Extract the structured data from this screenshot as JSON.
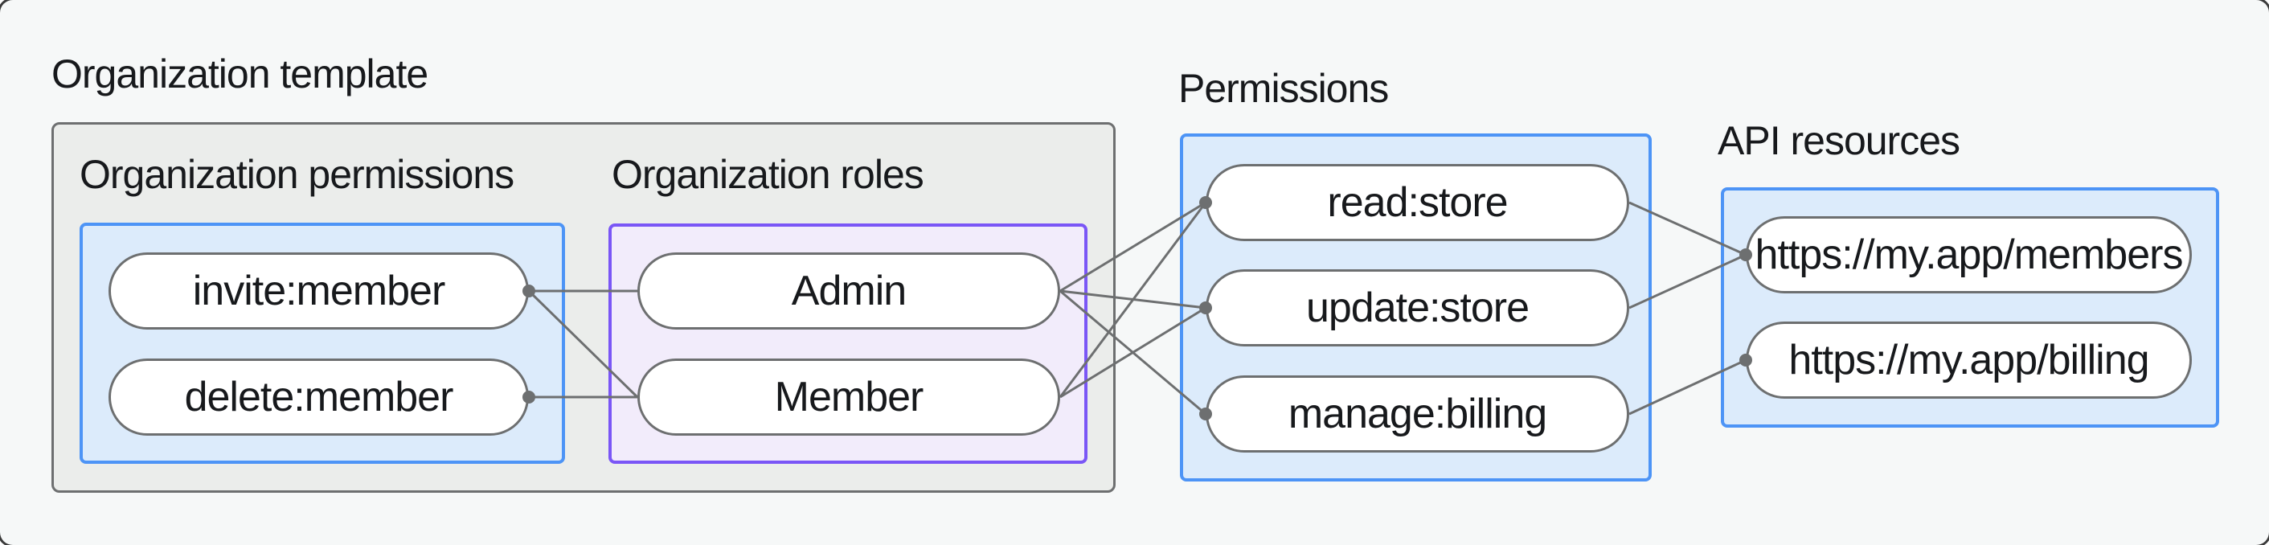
{
  "diagram": {
    "sections": {
      "org_template": {
        "label": "Organization template"
      },
      "org_permissions": {
        "label": "Organization permissions",
        "pills": [
          {
            "id": "invite_member",
            "label": "invite:member"
          },
          {
            "id": "delete_member",
            "label": "delete:member"
          }
        ]
      },
      "org_roles": {
        "label": "Organization roles",
        "pills": [
          {
            "id": "admin",
            "label": "Admin"
          },
          {
            "id": "member",
            "label": "Member"
          }
        ]
      },
      "permissions": {
        "label": "Permissions",
        "pills": [
          {
            "id": "read_store",
            "label": "read:store"
          },
          {
            "id": "update_store",
            "label": "update:store"
          },
          {
            "id": "manage_billing",
            "label": "manage:billing"
          }
        ]
      },
      "api_resources": {
        "label": "API resources",
        "pills": [
          {
            "id": "members_url",
            "label": "https://my.app/members"
          },
          {
            "id": "billing_url",
            "label": "https://my.app/billing"
          }
        ]
      }
    },
    "edges": [
      {
        "from": "invite_member",
        "to": "admin"
      },
      {
        "from": "invite_member",
        "to": "member"
      },
      {
        "from": "delete_member",
        "to": "member"
      },
      {
        "from": "admin",
        "to": "read_store"
      },
      {
        "from": "admin",
        "to": "update_store"
      },
      {
        "from": "admin",
        "to": "manage_billing"
      },
      {
        "from": "member",
        "to": "read_store"
      },
      {
        "from": "member",
        "to": "update_store"
      },
      {
        "from": "read_store",
        "to": "members_url"
      },
      {
        "from": "update_store",
        "to": "members_url"
      },
      {
        "from": "manage_billing",
        "to": "billing_url"
      }
    ],
    "dots": [
      {
        "node": "invite_member",
        "side": "right"
      },
      {
        "node": "delete_member",
        "side": "right"
      },
      {
        "node": "read_store",
        "side": "left"
      },
      {
        "node": "update_store",
        "side": "left"
      },
      {
        "node": "manage_billing",
        "side": "left"
      },
      {
        "node": "members_url",
        "side": "left"
      },
      {
        "node": "billing_url",
        "side": "left"
      }
    ],
    "colors": {
      "background": "#f6f8f8",
      "container_fill": "#ebedeb",
      "container_border": "#6d6f70",
      "blue_fill": "#dcebfb",
      "blue_border": "#4d94f6",
      "purple_fill": "#f2ecfb",
      "purple_border": "#7a56f6",
      "pill_fill": "#ffffff",
      "pill_border": "#6d6f70",
      "edge_line": "#6d6f70",
      "text": "#17191c"
    }
  }
}
